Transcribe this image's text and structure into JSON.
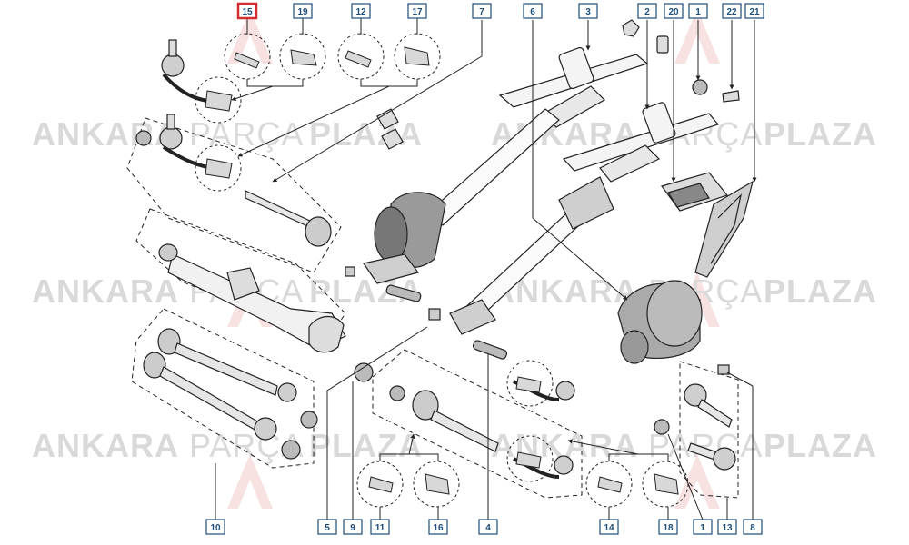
{
  "highlight_color": "#d32f2f",
  "watermark": {
    "word1": "ANKARA",
    "word2": "PARÇA",
    "word3": "PLAZA",
    "logo_color": "#f3c9c9",
    "text_color": "#d9d9d9"
  },
  "callouts": {
    "c15": "15",
    "c19": "19",
    "c12": "12",
    "c17": "17",
    "c7": "7",
    "c6": "6",
    "c3": "3",
    "c2": "2",
    "c20": "20",
    "c1_top": "1",
    "c22": "22",
    "c21": "21",
    "c10": "10",
    "c5": "5",
    "c9": "9",
    "c11": "11",
    "c16": "16",
    "c4": "4",
    "c14": "14",
    "c18": "18",
    "c1_bot": "1",
    "c13": "13",
    "c8": "8"
  }
}
